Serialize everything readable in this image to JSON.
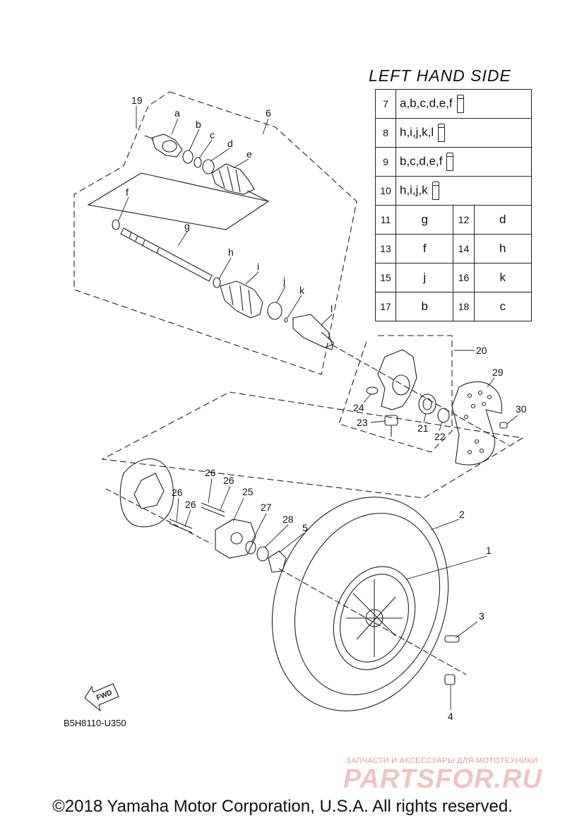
{
  "table": {
    "title": "LEFT HAND SIDE",
    "kit_rows": [
      {
        "num": "7",
        "parts": "a,b,c,d,e,f"
      },
      {
        "num": "8",
        "parts": "h,i,j,k,l"
      },
      {
        "num": "9",
        "parts": "b,c,d,e,f"
      },
      {
        "num": "10",
        "parts": "h,i,j,k"
      }
    ],
    "pair_rows": [
      {
        "n1": "11",
        "v1": "g",
        "n2": "12",
        "v2": "d"
      },
      {
        "n1": "13",
        "v1": "f",
        "n2": "14",
        "v2": "h"
      },
      {
        "n1": "15",
        "v1": "j",
        "n2": "16",
        "v2": "k"
      },
      {
        "n1": "17",
        "v1": "b",
        "n2": "18",
        "v2": "c"
      }
    ]
  },
  "callouts": {
    "p1": "1",
    "p2": "2",
    "p3": "3",
    "p4": "4",
    "p5": "5",
    "p6": "6",
    "p19": "19",
    "p20": "20",
    "p21": "21",
    "p22": "22",
    "p23": "23",
    "p24": "24",
    "p25": "25",
    "p26a": "26",
    "p26b": "26",
    "p26c": "26",
    "p26d": "26",
    "p27": "27",
    "p28": "28",
    "p29": "29",
    "p30": "30",
    "la": "a",
    "lb": "b",
    "lc": "c",
    "ld": "d",
    "le": "e",
    "lf": "f",
    "lg": "g",
    "lh": "h",
    "li": "i",
    "lj": "j",
    "lk": "k",
    "ll": "l"
  },
  "fwd_label": "FWD",
  "diagram_code": "B5H8110-U350",
  "watermark": {
    "tagline": "ЗАПЧАСТИ И АКСЕССУАРЫ ДЛЯ МОТОТЕХНИКИ",
    "brand": "PARTSFOR.RU"
  },
  "copyright": "©2018 Yamaha Motor Corporation, U.S.A. All rights reserved."
}
